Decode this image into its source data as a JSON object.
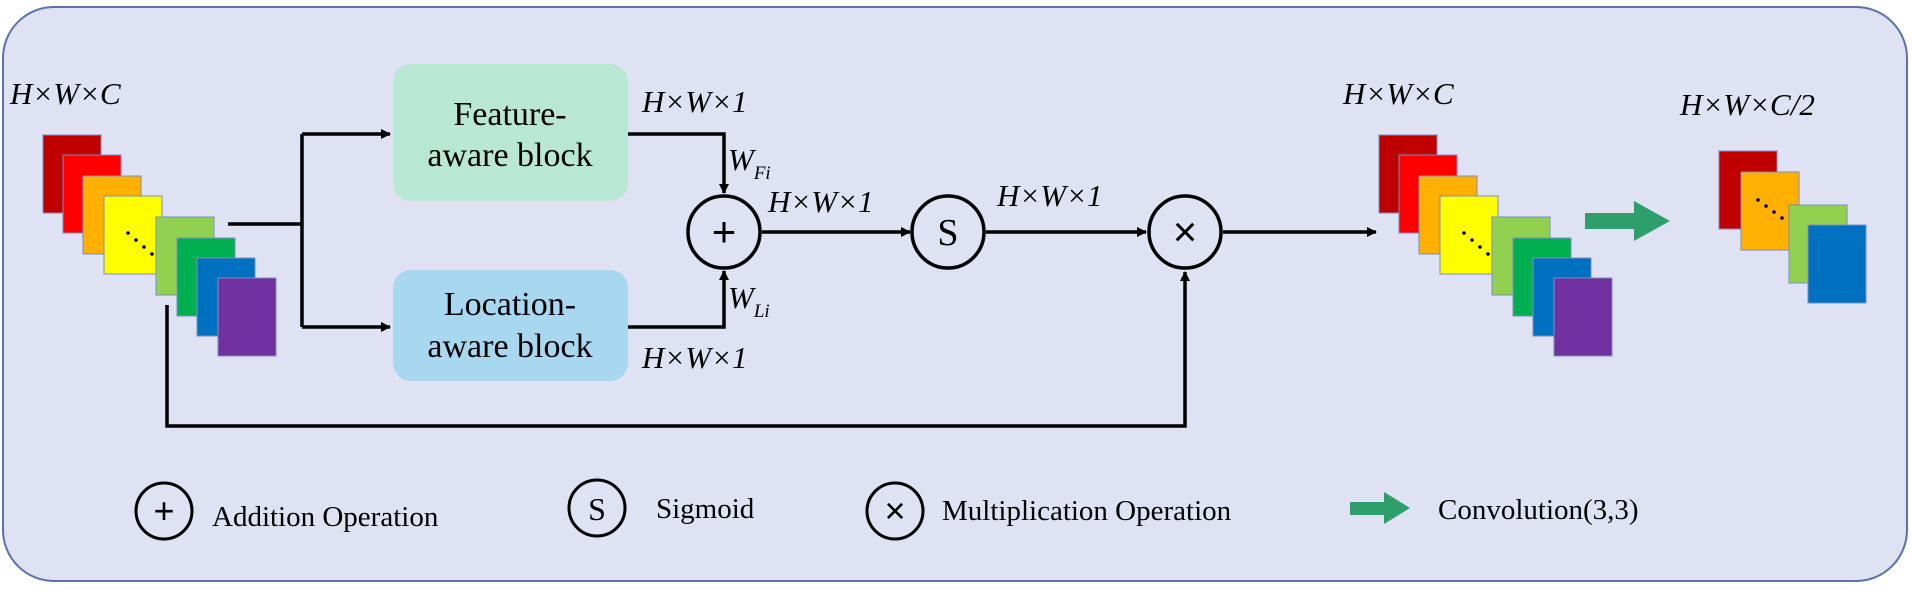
{
  "dims": {
    "input": "H×W×C",
    "feature_out": "H×W×1",
    "location_out": "H×W×1",
    "sum_out": "H×W×1",
    "sigmoid_out": "H×W×1",
    "product_out": "H×W×C",
    "final_out": "H×W×C/2"
  },
  "weights": {
    "feature": {
      "base": "W",
      "sub": "Fi"
    },
    "location": {
      "base": "W",
      "sub": "Li"
    }
  },
  "blocks": {
    "feature": {
      "line1": "Feature-",
      "line2": "aware block",
      "color": "#b8e8d4"
    },
    "location": {
      "line1": "Location-",
      "line2": "aware block",
      "color": "#a8d8ef"
    }
  },
  "operators": {
    "add": "+",
    "sigmoid": "S",
    "multiply": "×"
  },
  "legend": {
    "add": "Addition Operation",
    "sigmoid": "Sigmoid",
    "multiply": "Multiplication Operation",
    "conv": "Convolution(3,3)"
  },
  "colors": {
    "panel_bg": "#dfe2f2",
    "panel_border": "#5b72a8",
    "conv_arrow": "#2e9e6a",
    "feature_map_stack": [
      "#c00000",
      "#ff0000",
      "#ffb000",
      "#ffff00",
      "#92d050",
      "#00b050",
      "#0070c0",
      "#7030a0"
    ],
    "final_map_stack": [
      "#c00000",
      "#ffb000",
      "#92d050",
      "#0070c0"
    ]
  }
}
